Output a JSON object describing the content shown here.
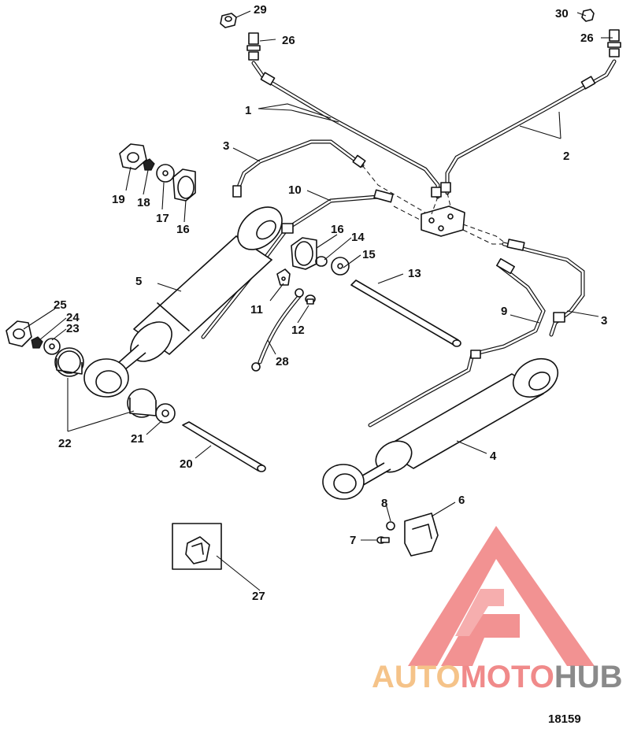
{
  "callouts": {
    "c1": "1",
    "c2": "2",
    "c3a": "3",
    "c3b": "3",
    "c4": "4",
    "c5": "5",
    "c6": "6",
    "c7": "7",
    "c8": "8",
    "c9": "9",
    "c10": "10",
    "c11": "11",
    "c12": "12",
    "c13": "13",
    "c14": "14",
    "c15": "15",
    "c16a": "16",
    "c16b": "16",
    "c17": "17",
    "c18": "18",
    "c19": "19",
    "c20": "20",
    "c21": "21",
    "c22": "22",
    "c23": "23",
    "c24": "24",
    "c25": "25",
    "c26a": "26",
    "c26b": "26",
    "c27": "27",
    "c28": "28",
    "c29": "29",
    "c30": "30"
  },
  "watermark": {
    "part1": "AUTO",
    "part2": "MOTO",
    "part3": "HUB",
    "color1": "#f5c389",
    "color2": "#f08a8a",
    "color3": "#8a8a8a",
    "logo_color": "#f08080"
  },
  "figure_number": "18159"
}
